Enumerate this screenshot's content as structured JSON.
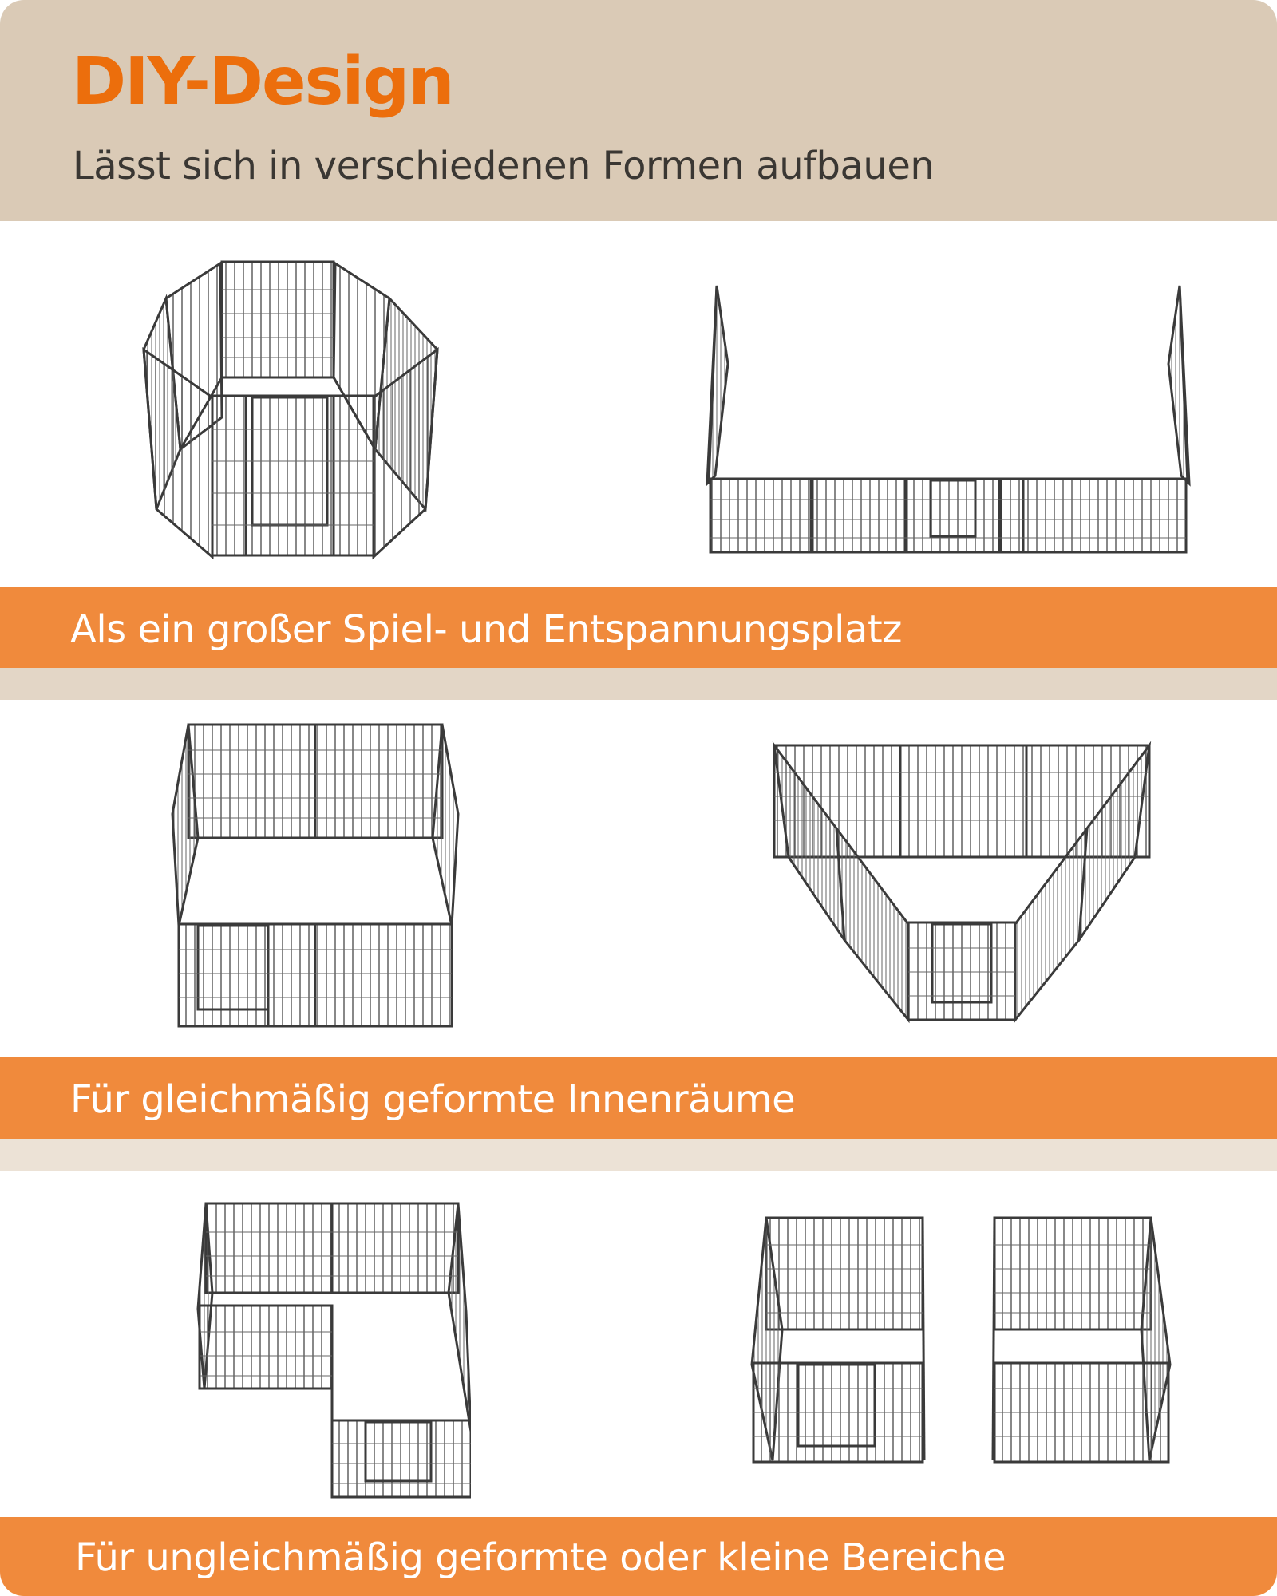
{
  "header": {
    "title": "DIY-Design",
    "subtitle": "Lässt sich in verschiedenen Formen aufbauen"
  },
  "sections": [
    {
      "caption": "Als ein großer Spiel- und Entspannungsplatz",
      "illustrations": [
        {
          "shape": "octagon-pen",
          "alt": "Octagonal pen of 8 panels with door"
        },
        {
          "shape": "u-shape-pen",
          "alt": "U-shaped open fence line with door"
        }
      ]
    },
    {
      "caption": "Für gleichmäßig geformte Innenräume",
      "illustrations": [
        {
          "shape": "square-pen",
          "alt": "Square pen with door"
        },
        {
          "shape": "trapezoid-pen",
          "alt": "Trapezoid pen with door"
        }
      ]
    },
    {
      "caption": "Für ungleichmäßig geformte oder kleine Bereiche",
      "illustrations": [
        {
          "shape": "l-shape-pen",
          "alt": "L-shaped pen with door"
        },
        {
          "shape": "small-pen-with-door",
          "alt": "Small rectangular pen with door"
        },
        {
          "shape": "small-pen",
          "alt": "Small rectangular pen"
        }
      ]
    }
  ],
  "colors": {
    "header_bg": "#dacab6",
    "title": "#ec6e0c",
    "subtitle": "#3a3733",
    "band": "#f08a3c",
    "separator_1": "#e3d6c6",
    "separator_2": "#ece2d6",
    "fence_frame": "#3a3a3a",
    "fence_wire": "#6a6a6a"
  }
}
